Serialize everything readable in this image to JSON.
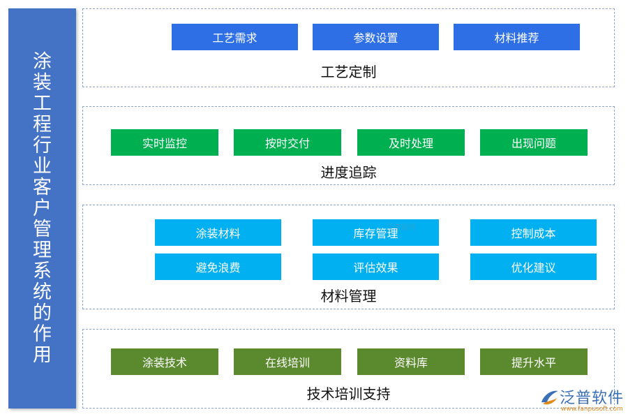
{
  "side_title": "涂装工程行业客户管理系统的作用",
  "sections": [
    {
      "title": "工艺定制",
      "items": [
        "工艺需求",
        "参数设置",
        "材料推荐"
      ]
    },
    {
      "title": "进度追踪",
      "items": [
        "实时监控",
        "按时交付",
        "及时处理",
        "出现问题"
      ]
    },
    {
      "title": "材料管理",
      "items": [
        "涂装材料",
        "库存管理",
        "控制成本",
        "避免浪费",
        "评估效果",
        "优化建议"
      ]
    },
    {
      "title": "技术培训支持",
      "items": [
        "涂装技术",
        "在线培训",
        "资料库",
        "提升水平"
      ]
    }
  ],
  "watermark": "泛普软件",
  "logo": {
    "name": "泛普软件",
    "url": "www.fanpusoft.com"
  },
  "colors": {
    "banner": "#4472c4",
    "section1": "#2e6fe6",
    "section2": "#00b050",
    "section3": "#00b0f0",
    "section4": "#5b8a2e"
  }
}
